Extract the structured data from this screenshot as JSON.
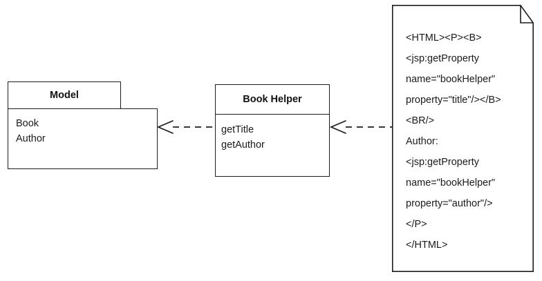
{
  "diagram": {
    "title": "JSP helper dependency diagram",
    "stroke_color": "#1c1c1c",
    "text_color": "#1a1a1a",
    "background": "#ffffff"
  },
  "model_class": {
    "name": "Model",
    "attributes": [
      "Book",
      "Author"
    ]
  },
  "helper_class": {
    "name": "Book Helper",
    "methods": [
      "getTitle",
      "getAuthor"
    ]
  },
  "note": {
    "lines": [
      "<HTML><P><B>",
      "<jsp:getProperty",
      "name=\"bookHelper\"",
      "property=\"title\"/></B>",
      "<BR/>",
      "Author:",
      "<jsp:getProperty",
      "name=\"bookHelper\"",
      "property=\"author\"/>",
      "</P>",
      "</HTML>"
    ]
  },
  "connectors": [
    {
      "name": "helper-to-model-dependency",
      "from": "Book Helper",
      "to": "Model",
      "style": "dashed",
      "arrowhead": "open"
    },
    {
      "name": "note-to-helper-dependency",
      "from": "note",
      "to": "Book Helper",
      "style": "dashed",
      "arrowhead": "open"
    }
  ]
}
